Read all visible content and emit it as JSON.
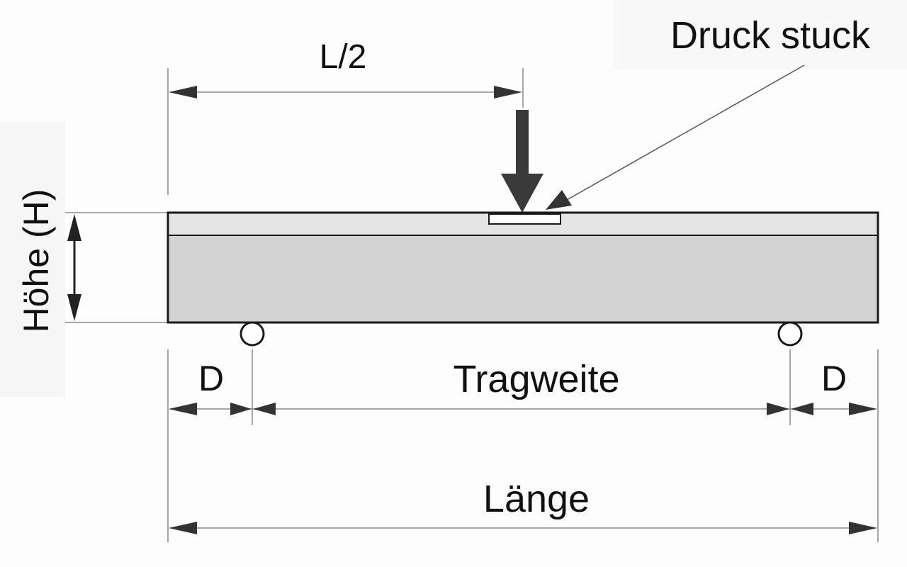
{
  "labels": {
    "half_length": "L/2",
    "pressure_piece": "Druck stuck",
    "height": "Höhe (H)",
    "overhang_left": "D",
    "overhang_right": "D",
    "span": "Tragweite",
    "length": "Länge"
  },
  "colors": {
    "beam_top_layer": "#e4e4e4",
    "beam_body": "#d3d3d3",
    "outline": "#1a1a1a",
    "load_arrow": "#3a3a3a",
    "dimension_line": "#8a8a8a",
    "background": "#fdfdfd"
  }
}
